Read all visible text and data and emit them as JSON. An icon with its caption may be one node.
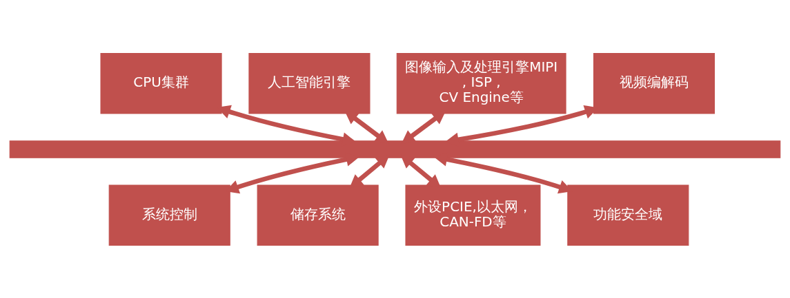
{
  "diagram": {
    "nodes": [
      {
        "text": [
          "CPU集群"
        ]
      },
      {
        "text": [
          "人工智能引擎"
        ]
      },
      {
        "text": [
          "图像输入及处理引擎MIPI , ISP , CV Engine等"
        ]
      },
      {
        "text": [
          "视频编解码"
        ]
      },
      {
        "text": [],
        "shape": "bar"
      },
      {
        "text": [
          "系统控制"
        ]
      },
      {
        "text": [
          "储存系统"
        ]
      },
      {
        "text": [
          "外设PCIE,以太网，CAN-FD等"
        ]
      },
      {
        "text": [
          "功能安全域"
        ]
      }
    ],
    "edges": [
      {
        "from": 0,
        "to": 4,
        "arrow": "both"
      },
      {
        "from": 1,
        "to": 4,
        "arrow": "both"
      },
      {
        "from": 2,
        "to": 4,
        "arrow": "both"
      },
      {
        "from": 3,
        "to": 4,
        "arrow": "both"
      },
      {
        "from": 4,
        "to": 5,
        "arrow": "both"
      },
      {
        "from": 4,
        "to": 6,
        "arrow": "both"
      },
      {
        "from": 4,
        "to": 7,
        "arrow": "both"
      },
      {
        "from": 4,
        "to": 8,
        "arrow": "both"
      }
    ]
  }
}
